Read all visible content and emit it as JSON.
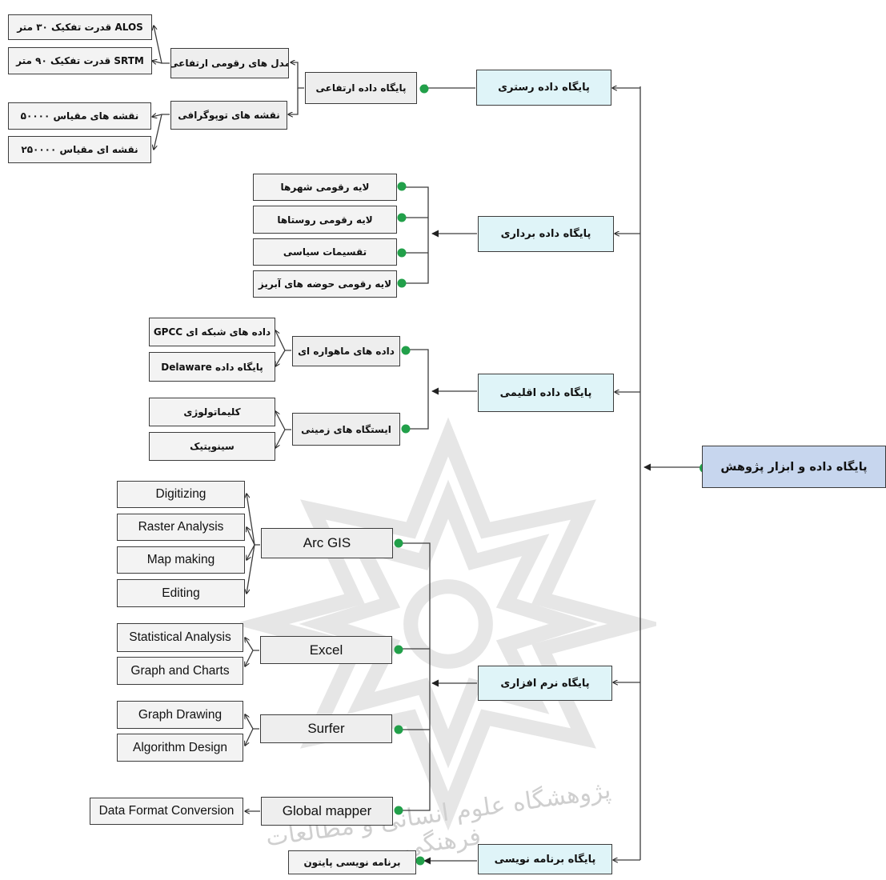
{
  "root": {
    "label": "پایگاه داده و ابزار پژوهش"
  },
  "branches": {
    "raster": {
      "label": "پایگاه داده رستری",
      "elevation_db": "پایگاه داده ارتفاعی",
      "dem": "مدل های رقومی ارتفاعی",
      "topo": "نقشه های توپوگرافی",
      "alos": "ALOS قدرت تفکیک ۳۰ متر",
      "srtm": "SRTM قدرت تفکیک ۹۰ متر",
      "map_50k": "نقشه های مقیاس ۵۰۰۰۰",
      "map_250k": "نقشه ای مقیاس ۲۵۰۰۰۰"
    },
    "vector": {
      "label": "پایگاه داده برداری",
      "cities": "لایه رقومی شهرها",
      "villages": "لایه رقومی روستاها",
      "divisions": "تقسیمات سیاسی",
      "basins": "لایه رقومی حوضه های آبریز"
    },
    "climate": {
      "label": "پایگاه داده اقلیمی",
      "satellite": "داده های ماهواره ای",
      "stations": "ایستگاه های زمینی",
      "gpcc": "داده های شبکه ای GPCC",
      "delaware": "پایگاه داده  Delaware",
      "climatology": "کلیماتولوژی",
      "synoptic": "سینوپتیک"
    },
    "software": {
      "label": "پایگاه نرم افزاری",
      "arcgis": "Arc GIS",
      "digitizing": "Digitizing",
      "raster_analysis": "Raster Analysis",
      "map_making": "Map making",
      "editing": "Editing",
      "excel": "Excel",
      "statistical": "Statistical Analysis",
      "graphs_charts": "Graph and Charts",
      "surfer": "Surfer",
      "graph_drawing": "Graph Drawing",
      "algorithm": "Algorithm Design",
      "global_mapper": "Global mapper",
      "format_conversion": "Data Format Conversion"
    },
    "programming": {
      "label": "پایگاه برنامه نویسی",
      "python": "برنامه نویسی پایتون"
    }
  },
  "watermark": {
    "text": "پژوهشگاه علوم انسانی و مطالعات فرهنگی"
  },
  "colors": {
    "dot": "#22a04a",
    "main_fill": "#dff4f8",
    "root_fill": "#c7d6ee",
    "box_fill": "#eeeeee",
    "line": "#3c3c3c"
  }
}
